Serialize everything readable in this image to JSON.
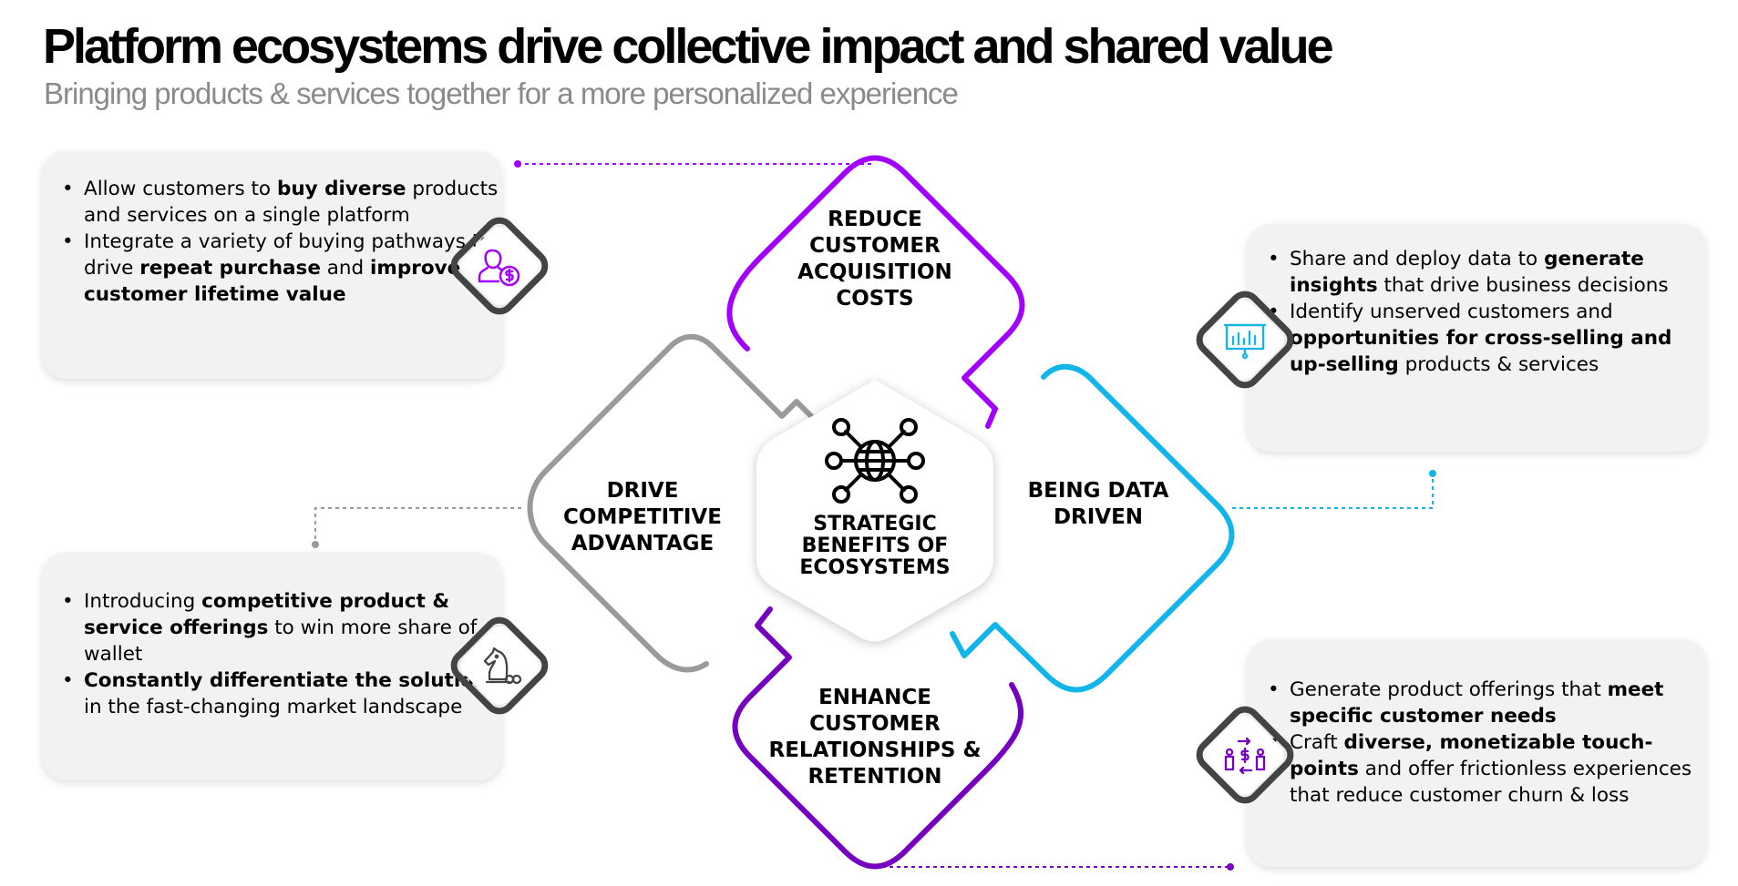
{
  "title": "Platform ecosystems drive collective impact and shared value",
  "subtitle": "Bringing products & services together for a more personalized experience",
  "colors": {
    "purple": "#a100ff",
    "deep_purple": "#7500c0",
    "gray": "#9a9a9a",
    "cyan": "#11b5ea",
    "card_bg": "#f2f2f2",
    "badge_frame": "#444444"
  },
  "hub": {
    "label": "STRATEGIC BENEFITS OF ECOSYSTEMS",
    "icon": "globe-network-icon"
  },
  "petals": {
    "top": {
      "label": "REDUCE CUSTOMER ACQUISITION COSTS",
      "color": "#a100ff"
    },
    "left": {
      "label": "DRIVE COMPETITIVE ADVANTAGE",
      "color": "#9a9a9a"
    },
    "right": {
      "label": "BEING DATA DRIVEN",
      "color": "#11b5ea"
    },
    "bottom": {
      "label": "ENHANCE CUSTOMER RELATIONSHIPS & RETENTION",
      "color": "#7500c0"
    }
  },
  "cards": [
    {
      "id": "top-left",
      "icon": "customer-dollar-icon",
      "bullets": [
        [
          {
            "t": "Allow customers to "
          },
          {
            "t": "buy diverse",
            "b": true
          },
          {
            "t": " products and services on a single platform"
          }
        ],
        [
          {
            "t": "Integrate a variety of buying pathways to drive "
          },
          {
            "t": "repeat purchase",
            "b": true
          },
          {
            "t": " and "
          },
          {
            "t": "improve customer lifetime value",
            "b": true
          }
        ]
      ]
    },
    {
      "id": "top-right",
      "icon": "presentation-chart-icon",
      "bullets": [
        [
          {
            "t": "Share and deploy data to "
          },
          {
            "t": "generate insights",
            "b": true
          },
          {
            "t": " that drive business decisions"
          }
        ],
        [
          {
            "t": "Identify unserved customers and "
          },
          {
            "t": "opportunities for cross-selling and up-selling",
            "b": true
          },
          {
            "t": " products & services"
          }
        ]
      ]
    },
    {
      "id": "bottom-left",
      "icon": "chess-knight-icon",
      "bullets": [
        [
          {
            "t": "Introducing "
          },
          {
            "t": "competitive product & service offerings",
            "b": true
          },
          {
            "t": " to win more share of wallet"
          }
        ],
        [
          {
            "t": "Constantly differentiate the solutions",
            "b": true
          },
          {
            "t": " in the fast-changing market landscape"
          }
        ]
      ]
    },
    {
      "id": "bottom-right",
      "icon": "people-exchange-icon",
      "bullets": [
        [
          {
            "t": "Generate product offerings that "
          },
          {
            "t": "meet specific customer needs",
            "b": true
          }
        ],
        [
          {
            "t": "Craft "
          },
          {
            "t": "diverse, monetizable touch-points",
            "b": true
          },
          {
            "t": " and offer frictionless experiences that reduce customer churn & loss"
          }
        ]
      ]
    }
  ]
}
